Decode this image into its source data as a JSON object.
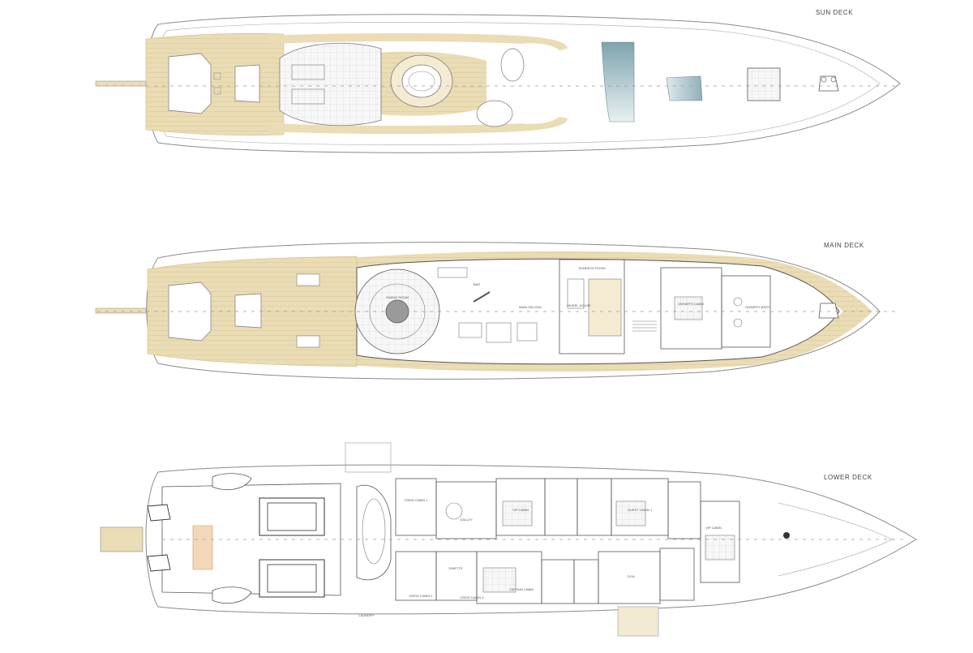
{
  "decks": {
    "sun": {
      "title": "SUN DECK"
    },
    "main": {
      "title": "MAIN DECK",
      "rooms": {
        "dining": "DINING ROOM",
        "bar": "BAR",
        "main_saloon": "MAIN SALOON",
        "wheel_house": "WHEEL HOUSE",
        "owners_cabin": "OWNER'S CABIN",
        "owners_bath": "OWNER'S BATH",
        "sundeck_room": "SUNDECK ROOM"
      }
    },
    "lower": {
      "title": "LOWER DECK",
      "rooms": {
        "crew_cabin_1": "CREW CABIN 1",
        "crew_cabin_2": "CREW CABIN 2",
        "crew_cabin_3": "CREW CABIN 3",
        "galley": "GALLEY",
        "dinette": "DINETTE",
        "vip_cabin_a": "VIP CABIN",
        "vip_cabin_b": "VIP CABIN",
        "captain_cabin": "CAPTAIN CABIN",
        "guest_cabin_1": "GUEST CABIN 1",
        "gym": "GYM",
        "laundry": "LAUNDRY"
      }
    }
  },
  "colors": {
    "teak": "#eadcb4",
    "teak_line": "#d9c896",
    "hull_line": "#8a8a8a",
    "detail_line": "#555555",
    "glass": "#7fa3ad",
    "background": "#ffffff"
  }
}
